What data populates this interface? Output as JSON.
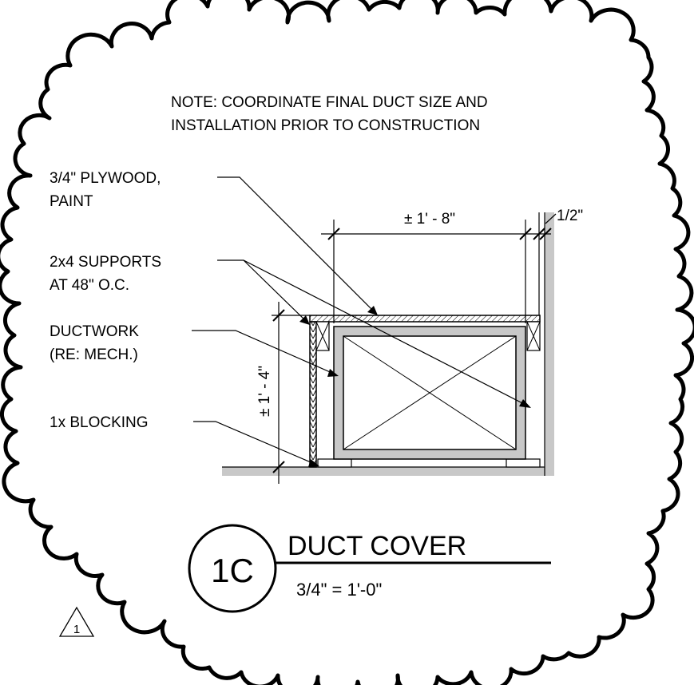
{
  "note": {
    "line1": "NOTE: COORDINATE FINAL DUCT SIZE AND",
    "line2": "INSTALLATION PRIOR TO CONSTRUCTION"
  },
  "callouts": {
    "plywood": {
      "line1": "3/4\" PLYWOOD,",
      "line2": "PAINT"
    },
    "supports": {
      "line1": "2x4 SUPPORTS",
      "line2": "AT 48\" O.C."
    },
    "ductwork": {
      "line1": "DUCTWORK",
      "line2": "(RE: MECH.)"
    },
    "blocking": {
      "line1": "1x BLOCKING"
    }
  },
  "dimensions": {
    "width": "± 1' - 8\"",
    "gap": "1/2\"",
    "height": "± 1' - 4\""
  },
  "title_block": {
    "detail_tag": "1C",
    "title": "DUCT COVER",
    "scale": "3/4\" = 1'-0\""
  },
  "revision": {
    "number": "1"
  },
  "colors": {
    "line": "#000000",
    "fill_gray": "#c8c8c8",
    "background": "#ffffff"
  }
}
